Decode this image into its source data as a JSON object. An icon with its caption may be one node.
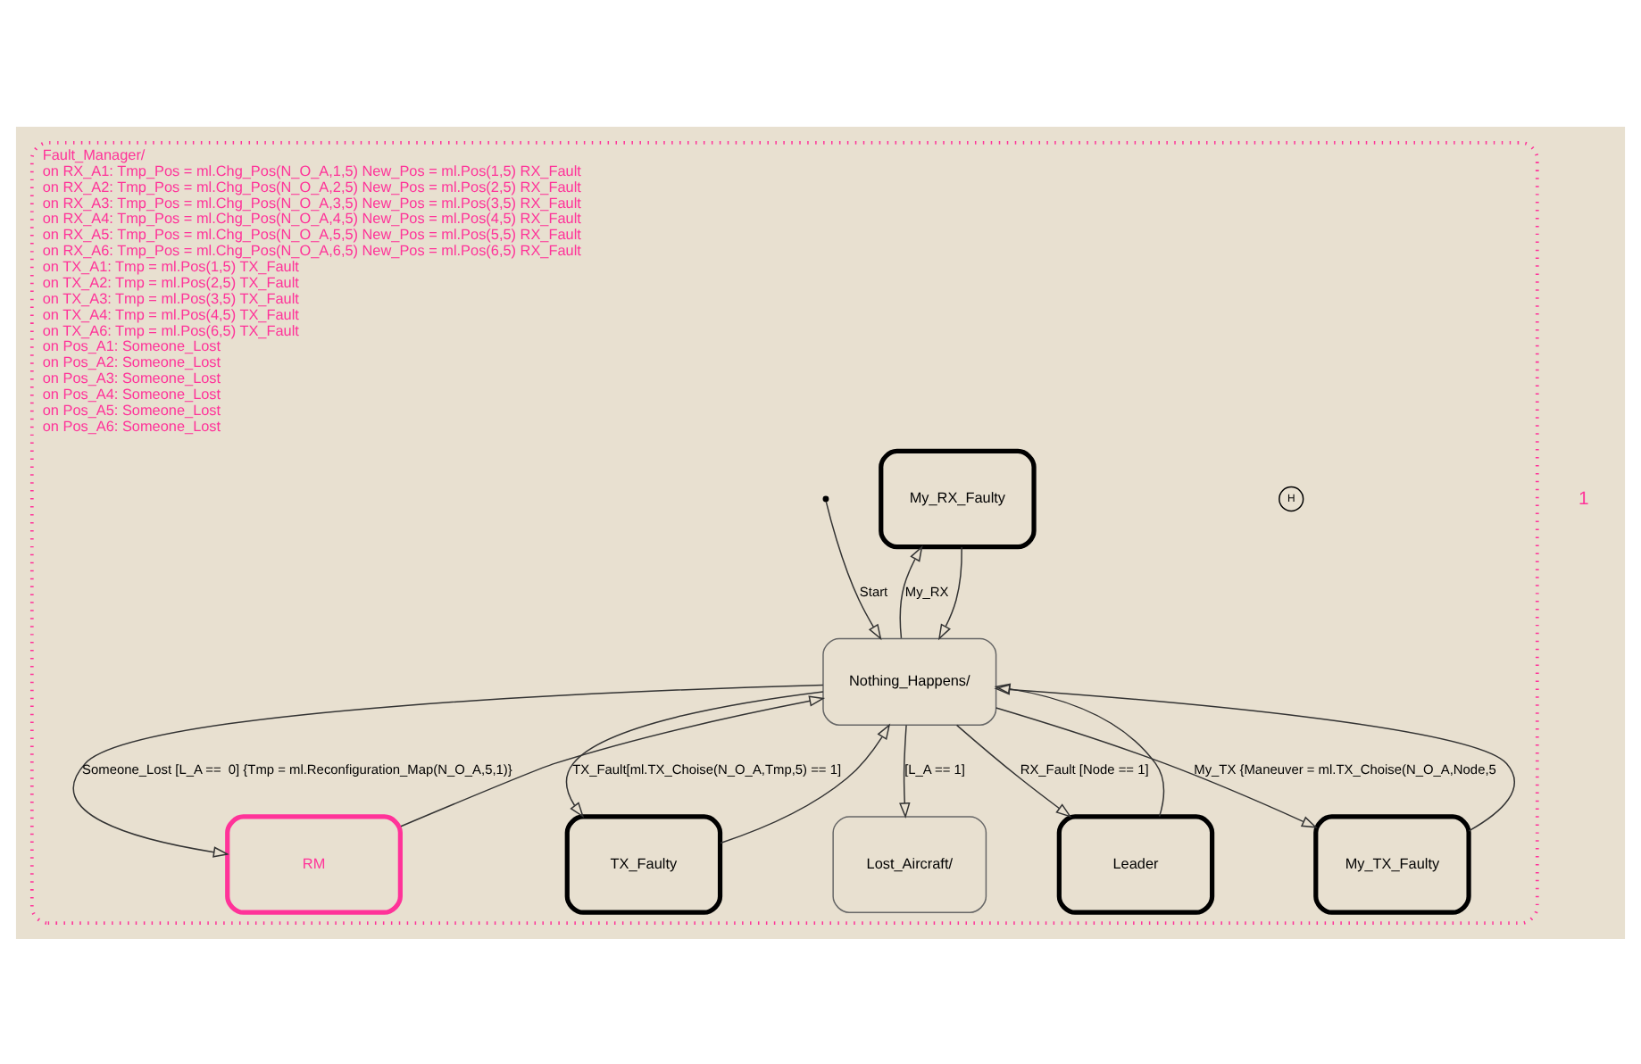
{
  "diagram": {
    "nodes": [
      {
        "text": [
          "Fault_Manager/",
          "on RX_A1: Tmp_Pos = ml.Chg_Pos(N_O_A,1,5) New_Pos = ml.Pos(1,5) RX_Fault",
          "on RX_A2: Tmp_Pos = ml.Chg_Pos(N_O_A,2,5) New_Pos = ml.Pos(2,5) RX_Fault",
          "on RX_A3: Tmp_Pos = ml.Chg_Pos(N_O_A,3,5) New_Pos = ml.Pos(3,5) RX_Fault",
          "on RX_A4: Tmp_Pos = ml.Chg_Pos(N_O_A,4,5) New_Pos = ml.Pos(4,5) RX_Fault",
          "on RX_A5: Tmp_Pos = ml.Chg_Pos(N_O_A,5,5) New_Pos = ml.Pos(5,5) RX_Fault",
          "on RX_A6: Tmp_Pos = ml.Chg_Pos(N_O_A,6,5) New_Pos = ml.Pos(6,5) RX_Fault",
          "on TX_A1: Tmp = ml.Pos(1,5) TX_Fault",
          "on TX_A2: Tmp = ml.Pos(2,5) TX_Fault",
          "on TX_A3: Tmp = ml.Pos(3,5) TX_Fault",
          "on TX_A4: Tmp = ml.Pos(4,5) TX_Fault",
          "on TX_A6: Tmp = ml.Pos(6,5) TX_Fault",
          "on Pos_A1: Someone_Lost",
          "on Pos_A2: Someone_Lost",
          "on Pos_A3: Someone_Lost",
          "on Pos_A4: Someone_Lost",
          "on Pos_A5: Someone_Lost",
          "on Pos_A6: Someone_Lost"
        ]
      },
      {
        "text": [
          "H"
        ],
        "in": 0
      },
      {
        "text": [
          "My_RX_Faulty"
        ],
        "in": 0
      },
      {
        "text": [
          "RM"
        ],
        "in": 0
      },
      {
        "text": [
          "Nothing_Happens/"
        ],
        "in": 0
      },
      {
        "text": [
          "TX_Faulty"
        ],
        "in": 0
      },
      {
        "text": [
          "Leader"
        ],
        "in": 0
      },
      {
        "text": [
          "Lost_Aircraft/"
        ],
        "in": 0
      },
      {
        "text": [
          "My_TX_Faulty"
        ],
        "in": 0
      }
    ],
    "edges": [
      {
        "from": null,
        "to": 4,
        "arrow": "to",
        "label": "Start"
      },
      {
        "from": 4,
        "to": 2,
        "arrow": "to",
        "label": "My_RX"
      },
      {
        "from": 2,
        "to": 4,
        "arrow": "to"
      },
      {
        "from": 4,
        "to": 3,
        "arrow": "to",
        "label": "Someone_Lost [L_A ==  0] {Tmp = ml.Reconfiguration_Map(N_O_A,5,1)}"
      },
      {
        "from": 3,
        "to": 4,
        "arrow": "to"
      },
      {
        "from": 4,
        "to": 5,
        "arrow": "to",
        "label": "TX_Fault[ml.TX_Choise(N_O_A,Tmp,5) == 1]"
      },
      {
        "from": 5,
        "to": 4,
        "arrow": "to"
      },
      {
        "from": 4,
        "to": 6,
        "arrow": "to",
        "label": "RX_Fault [Node == 1]"
      },
      {
        "from": 6,
        "to": 4,
        "arrow": "to"
      },
      {
        "from": 4,
        "to": 7,
        "arrow": "to",
        "label": "[L_A == 1]"
      },
      {
        "from": 4,
        "to": 8,
        "arrow": "to",
        "label": "My_TX {Maneuver = ml.TX_Choise(N_O_A,Node,5"
      },
      {
        "from": 8,
        "to": 4,
        "arrow": "to"
      }
    ],
    "labels": [
      "1"
    ]
  }
}
